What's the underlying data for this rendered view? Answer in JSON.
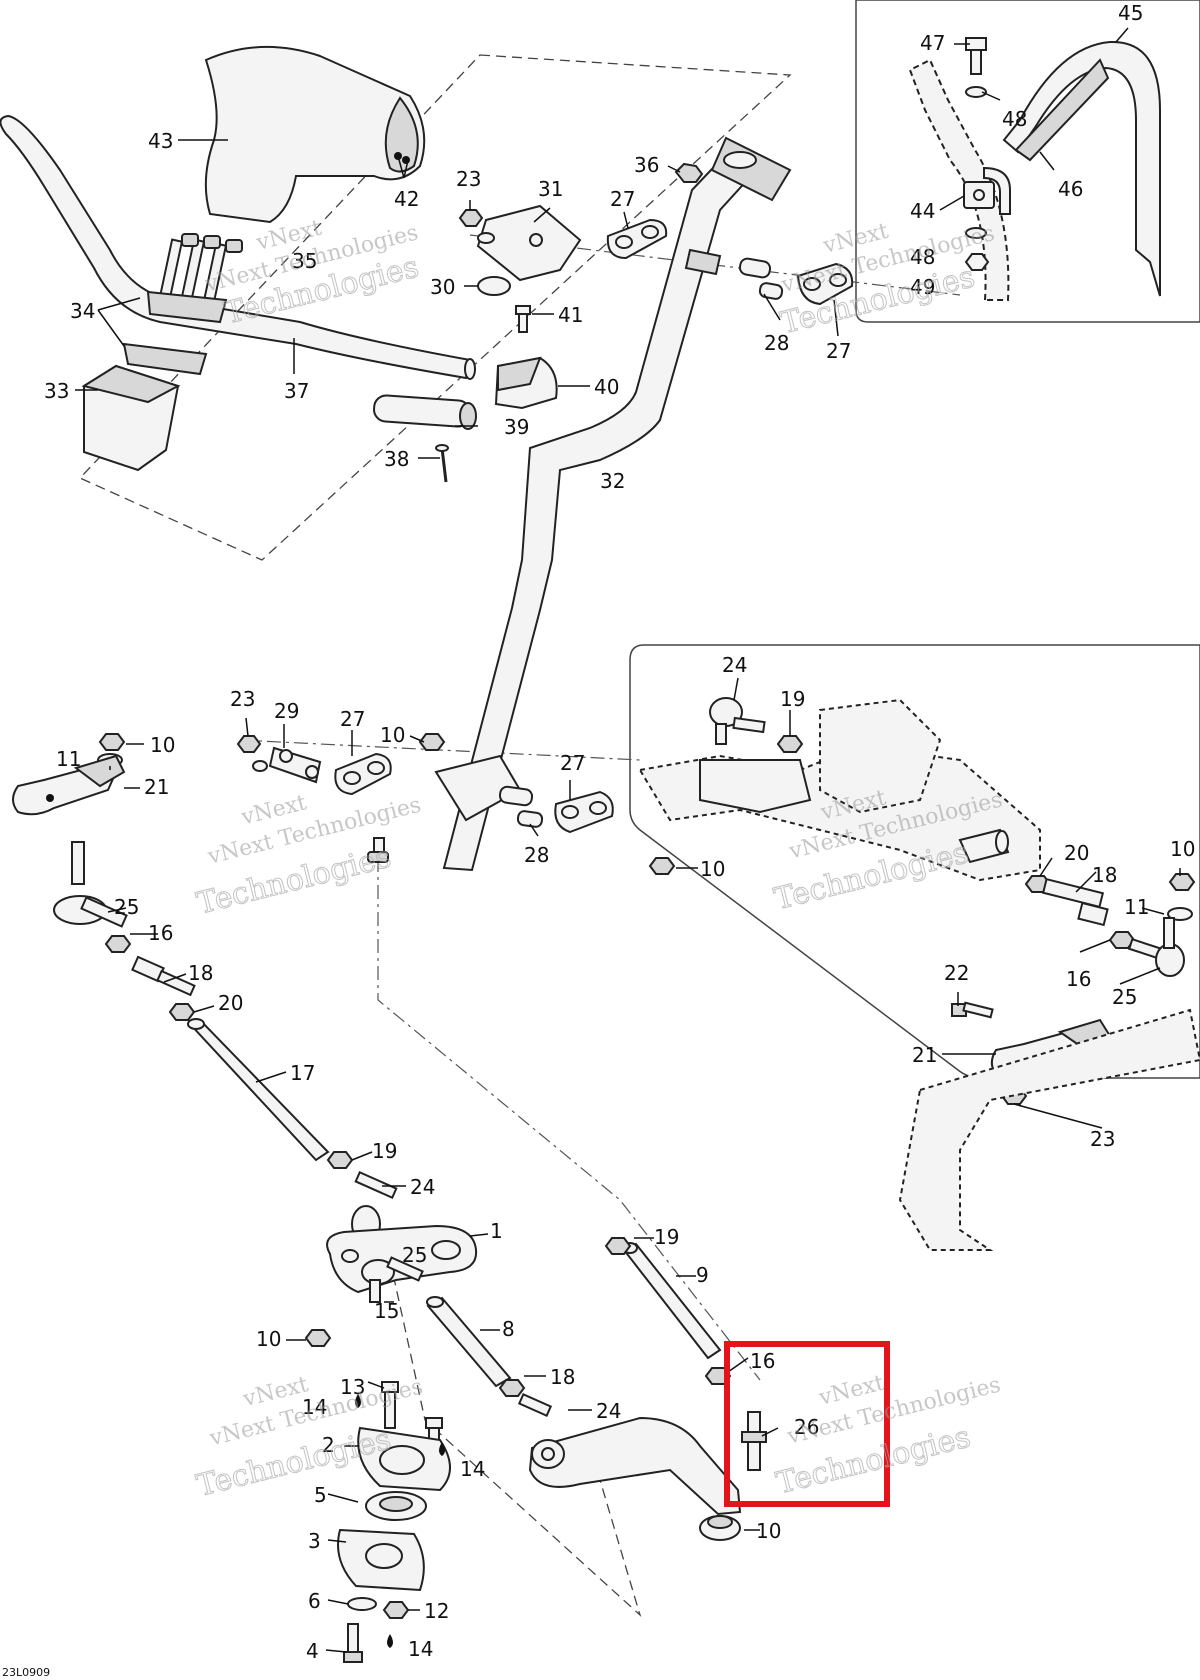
{
  "drawing_ref": "23L0909",
  "watermark": {
    "line1": "vNext",
    "line2": "Technologies",
    "full": "vNext Technologies"
  },
  "callouts": [
    {
      "n": "1"
    },
    {
      "n": "2"
    },
    {
      "n": "3"
    },
    {
      "n": "4"
    },
    {
      "n": "5"
    },
    {
      "n": "6"
    },
    {
      "n": "8"
    },
    {
      "n": "9"
    },
    {
      "n": "10"
    },
    {
      "n": "10"
    },
    {
      "n": "10"
    },
    {
      "n": "10"
    },
    {
      "n": "10"
    },
    {
      "n": "10"
    },
    {
      "n": "11"
    },
    {
      "n": "11"
    },
    {
      "n": "12"
    },
    {
      "n": "13"
    },
    {
      "n": "14"
    },
    {
      "n": "14"
    },
    {
      "n": "14"
    },
    {
      "n": "15"
    },
    {
      "n": "16"
    },
    {
      "n": "16"
    },
    {
      "n": "16"
    },
    {
      "n": "17"
    },
    {
      "n": "18"
    },
    {
      "n": "18"
    },
    {
      "n": "18"
    },
    {
      "n": "19"
    },
    {
      "n": "19"
    },
    {
      "n": "19"
    },
    {
      "n": "20"
    },
    {
      "n": "20"
    },
    {
      "n": "21"
    },
    {
      "n": "21"
    },
    {
      "n": "22"
    },
    {
      "n": "23"
    },
    {
      "n": "23"
    },
    {
      "n": "23"
    },
    {
      "n": "24"
    },
    {
      "n": "24"
    },
    {
      "n": "24"
    },
    {
      "n": "25"
    },
    {
      "n": "25"
    },
    {
      "n": "25"
    },
    {
      "n": "26"
    },
    {
      "n": "27"
    },
    {
      "n": "27"
    },
    {
      "n": "27"
    },
    {
      "n": "27"
    },
    {
      "n": "28"
    },
    {
      "n": "28"
    },
    {
      "n": "29"
    },
    {
      "n": "30"
    },
    {
      "n": "31"
    },
    {
      "n": "32"
    },
    {
      "n": "33"
    },
    {
      "n": "34"
    },
    {
      "n": "35"
    },
    {
      "n": "36"
    },
    {
      "n": "37"
    },
    {
      "n": "38"
    },
    {
      "n": "39"
    },
    {
      "n": "40"
    },
    {
      "n": "41"
    },
    {
      "n": "42"
    },
    {
      "n": "43"
    },
    {
      "n": "44"
    },
    {
      "n": "45"
    },
    {
      "n": "46"
    },
    {
      "n": "47"
    },
    {
      "n": "48"
    },
    {
      "n": "48"
    },
    {
      "n": "49"
    }
  ],
  "highlight": {
    "color": "#e3141b",
    "target_part": "26"
  }
}
